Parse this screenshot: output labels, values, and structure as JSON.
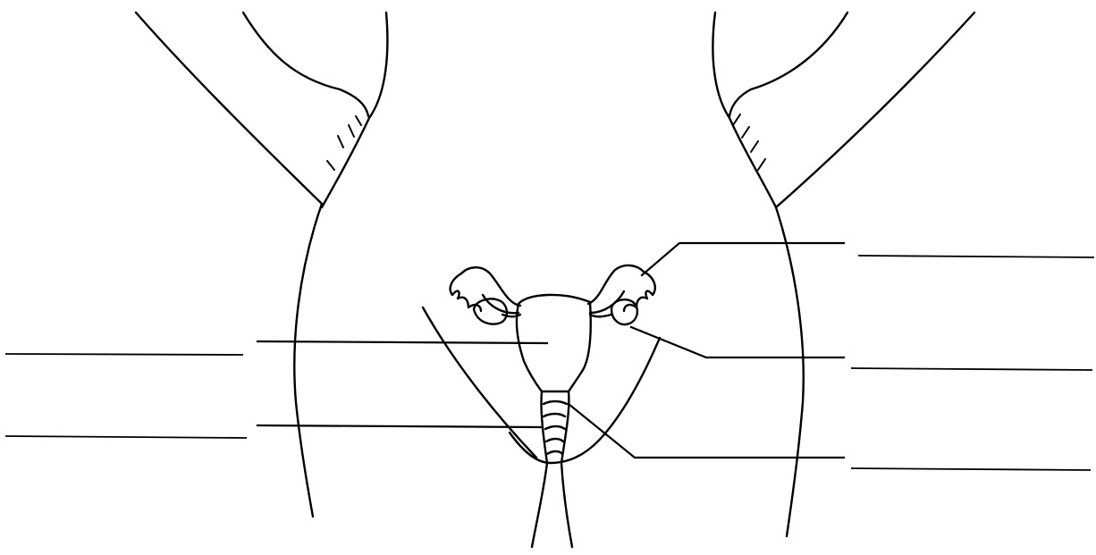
{
  "diagram": {
    "type": "unlabeled anatomy worksheet",
    "colors": {
      "ink": "#000000",
      "background": "#ffffff"
    },
    "label_blanks": [
      {
        "id": "fallopian-tube",
        "side": "right",
        "text": ""
      },
      {
        "id": "ovary",
        "side": "right",
        "text": ""
      },
      {
        "id": "cervix",
        "side": "right",
        "text": ""
      },
      {
        "id": "uterus",
        "side": "left",
        "text": ""
      },
      {
        "id": "vagina",
        "side": "left",
        "text": ""
      }
    ]
  }
}
